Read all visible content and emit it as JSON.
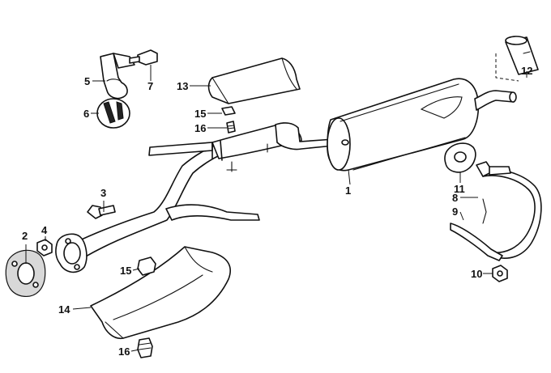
{
  "callouts": [
    {
      "number": "1"
    },
    {
      "number": "2"
    },
    {
      "number": "3"
    },
    {
      "number": "4"
    },
    {
      "number": "5"
    },
    {
      "number": "6"
    },
    {
      "number": "7"
    },
    {
      "number": "8"
    },
    {
      "number": "9"
    },
    {
      "number": "10"
    },
    {
      "number": "11"
    },
    {
      "number": "12"
    },
    {
      "number": "13"
    },
    {
      "number": "14"
    },
    {
      "number": "15"
    },
    {
      "number": "15"
    },
    {
      "number": "16"
    },
    {
      "number": "16"
    }
  ]
}
